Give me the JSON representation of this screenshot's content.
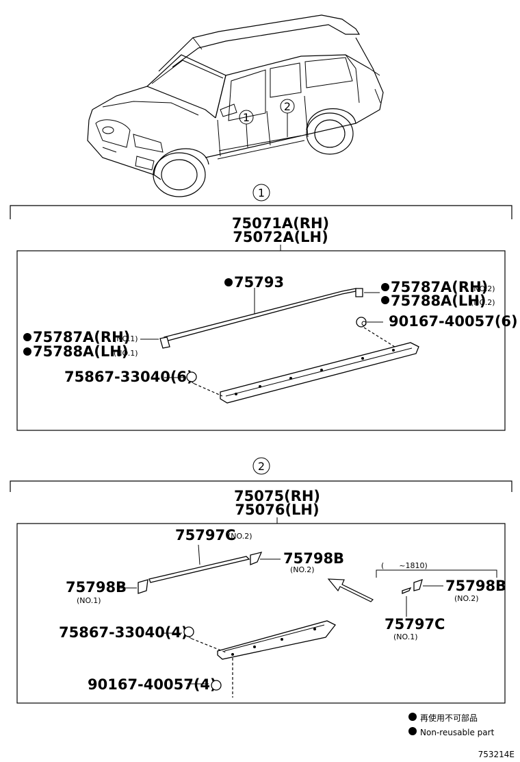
{
  "legend": {
    "non_reusable_jp": "再使用不可部品",
    "non_reusable_en": "Non-reusable part"
  },
  "figure_code": "753214E",
  "callouts": {
    "one": "1",
    "two": "2"
  },
  "group1": {
    "title_rh": "75071A(RH)",
    "title_lh": "75072A(LH)",
    "p75793": "75793",
    "p75787a_no2": "75787A(RH)",
    "p75788a_no2": "75788A(LH)",
    "no2": "(NO.2)",
    "p75787a_no1": "75787A(RH)",
    "p75788a_no1": "75788A(LH)",
    "no1": "(NO.1)",
    "clip_90167": "90167-40057(6)",
    "clip_75867": "75867-33040(6)"
  },
  "group2": {
    "title_rh": "75075(RH)",
    "title_lh": "75076(LH)",
    "p75797c_top": "75797C",
    "no2_a": "(NO.2)",
    "p75798b_top": "75798B",
    "no2_b": "(NO.2)",
    "p75798b_left": "75798B",
    "no1_a": "(NO.1)",
    "date_range": "(　　~1810)",
    "p75798b_right": "75798B",
    "no2_c": "(NO.2)",
    "p75797c_bottom": "75797C",
    "no1_b": "(NO.1)",
    "clip_75867": "75867-33040(4)",
    "clip_90167": "90167-40057(4)"
  }
}
